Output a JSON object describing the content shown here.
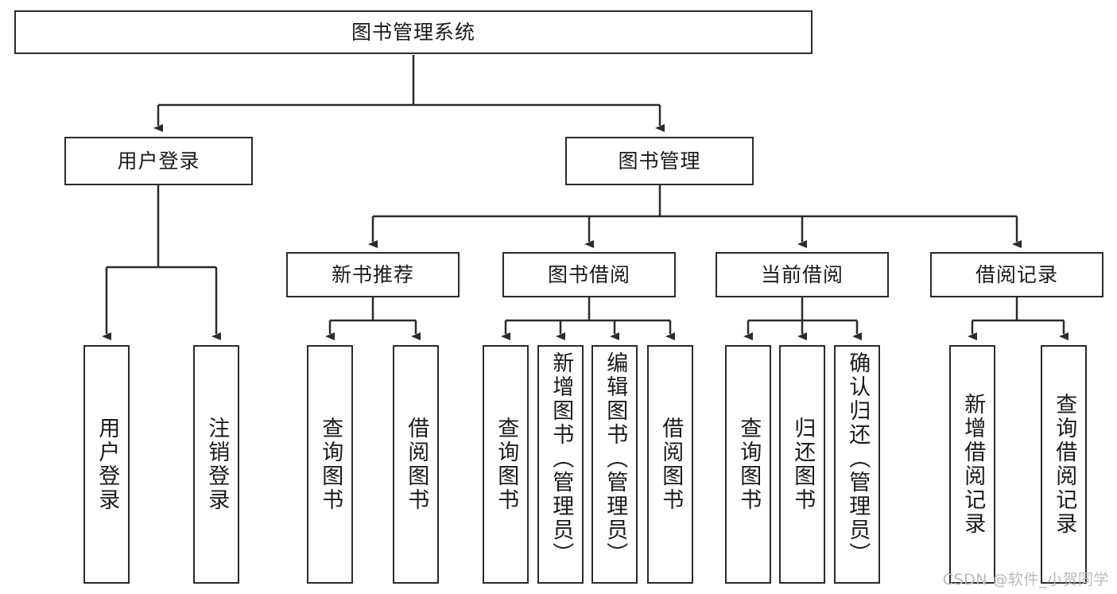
{
  "diagram": {
    "title": "图书管理系统",
    "type": "tree-hierarchy-chart",
    "root": {
      "label": "图书管理系统"
    },
    "level2": [
      {
        "label": "用户登录"
      },
      {
        "label": "图书管理"
      }
    ],
    "level3": [
      {
        "label": "新书推荐"
      },
      {
        "label": "图书借阅"
      },
      {
        "label": "当前借阅"
      },
      {
        "label": "借阅记录"
      }
    ],
    "leaves": {
      "user_login": [
        {
          "label": "用户登录"
        },
        {
          "label": "注销登录"
        }
      ],
      "new_book_recommend": [
        {
          "label": "查询图书"
        },
        {
          "label": "借阅图书"
        }
      ],
      "book_borrow": [
        {
          "label": "查询图书"
        },
        {
          "label": "新增图书（管理员）"
        },
        {
          "label": "编辑图书（管理员）"
        },
        {
          "label": "借阅图书"
        }
      ],
      "current_borrow": [
        {
          "label": "查询图书"
        },
        {
          "label": "归还图书"
        },
        {
          "label": "确认归还（管理员）"
        }
      ],
      "borrow_record": [
        {
          "label": "新增借阅记录"
        },
        {
          "label": "查询借阅记录"
        }
      ]
    }
  },
  "watermark": {
    "text": "CSDN @软件_小贺同学"
  },
  "colors": {
    "box_border": "#2b2b2b",
    "box_fill": "#ffffff",
    "connector": "#2b2b2b",
    "text": "#1a1a1a",
    "watermark": "#b9b9b9"
  }
}
